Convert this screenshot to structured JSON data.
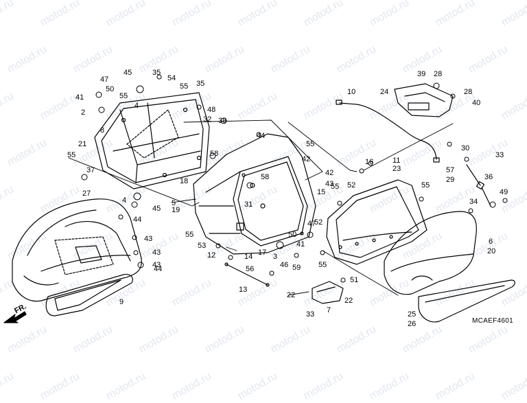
{
  "watermark": "motod.ru",
  "direction_label": "FR.",
  "diagram_code": "MCAEF4601",
  "callouts": [
    "2",
    "3",
    "4",
    "4",
    "5",
    "6",
    "7",
    "8",
    "9",
    "10",
    "11",
    "12",
    "13",
    "14",
    "15",
    "16",
    "17",
    "18",
    "19",
    "20",
    "21",
    "22",
    "22",
    "23",
    "24",
    "25",
    "26",
    "27",
    "28",
    "28",
    "29",
    "30",
    "31",
    "32",
    "33",
    "33",
    "34",
    "35",
    "35",
    "36",
    "37",
    "38",
    "39",
    "40",
    "41",
    "41",
    "42",
    "42",
    "43",
    "43",
    "43",
    "43",
    "44",
    "44",
    "44",
    "45",
    "45",
    "46",
    "47",
    "47",
    "48",
    "49",
    "50",
    "50",
    "51",
    "52",
    "52",
    "53",
    "54",
    "55",
    "55",
    "55",
    "55",
    "55",
    "55",
    "55",
    "55",
    "56",
    "57",
    "58",
    "58",
    "59"
  ]
}
